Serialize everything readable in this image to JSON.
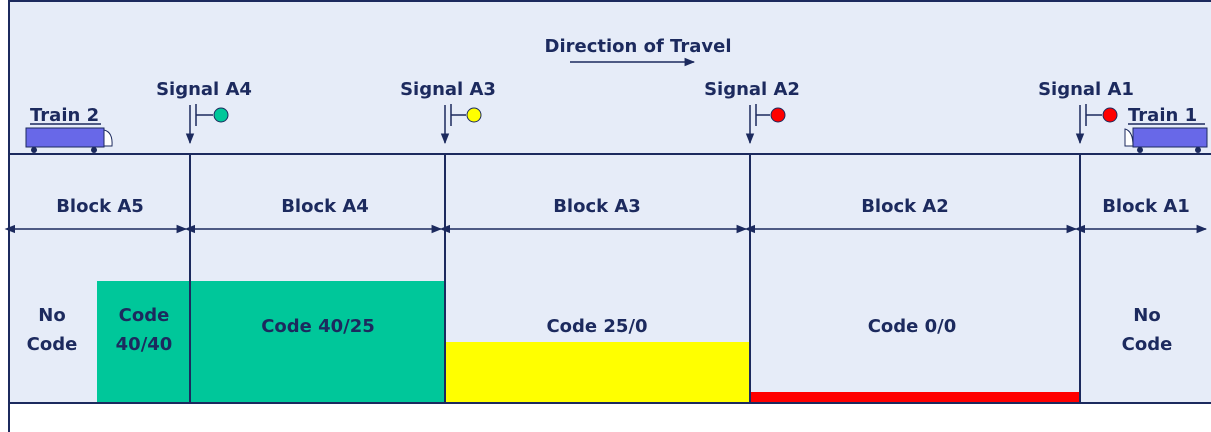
{
  "direction_label": "Direction of Travel",
  "colors": {
    "background": "#e6ecf8",
    "line": "#1c2a5e",
    "green_aspect": "#00c79a",
    "yellow_aspect": "#ffff00",
    "red_aspect": "#ff0000",
    "train": "#6868e8"
  },
  "trains": [
    {
      "label": "Train 2"
    },
    {
      "label": "Train 1"
    }
  ],
  "signals": [
    {
      "label": "Signal A4",
      "aspect": "green"
    },
    {
      "label": "Signal A3",
      "aspect": "yellow"
    },
    {
      "label": "Signal A2",
      "aspect": "red"
    },
    {
      "label": "Signal A1",
      "aspect": "red"
    }
  ],
  "blocks": [
    {
      "label": "Block A5"
    },
    {
      "label": "Block A4"
    },
    {
      "label": "Block A3"
    },
    {
      "label": "Block A2"
    },
    {
      "label": "Block A1"
    }
  ],
  "codes": [
    {
      "line1": "No",
      "line2": "Code"
    },
    {
      "line1": "Code",
      "line2": "40/40"
    },
    {
      "line1": "Code 40/25",
      "line2": ""
    },
    {
      "line1": "Code 25/0",
      "line2": ""
    },
    {
      "line1": "Code 0/0",
      "line2": ""
    },
    {
      "line1": "No",
      "line2": "Code"
    }
  ],
  "code_levels": [
    {
      "code": "40/40",
      "level": 1.0
    },
    {
      "code": "40/25",
      "level": 1.0
    },
    {
      "code": "25/0",
      "level": 0.5
    },
    {
      "code": "0/0",
      "level": 0.08
    }
  ]
}
